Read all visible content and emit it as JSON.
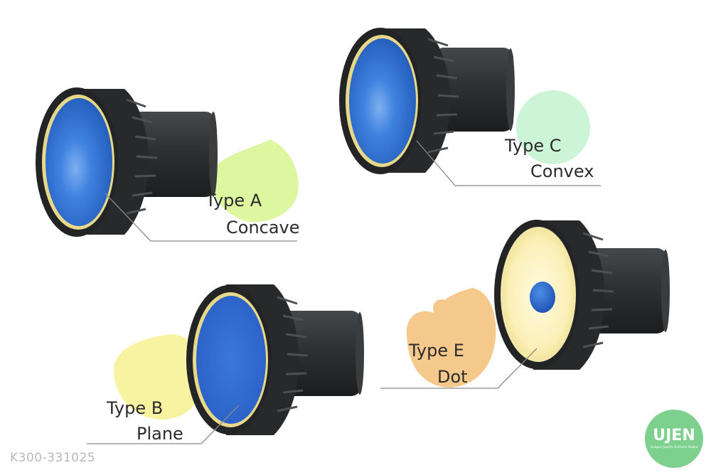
{
  "products": [
    {
      "type_label": "Type A",
      "shape_label": "Concave"
    },
    {
      "type_label": "Type B",
      "shape_label": "Plane"
    },
    {
      "type_label": "Type C",
      "shape_label": "Convex"
    },
    {
      "type_label": "Type E",
      "shape_label": "Dot"
    }
  ],
  "product_code": "K300-331025",
  "logo": {
    "name": "UJEN",
    "tagline": "Unique Jaunty Esthetic Noble",
    "color": "#7ed08f"
  },
  "colors": {
    "knob_body": "#2f3133",
    "cap_blue": "#2f6fd6",
    "ring_yellow": "#e9dc8a",
    "bubble_a": "#dcf7a0",
    "bubble_b": "#f8f3a0",
    "bubble_c": "#ccf5d7",
    "bubble_e": "#f5c98c"
  }
}
